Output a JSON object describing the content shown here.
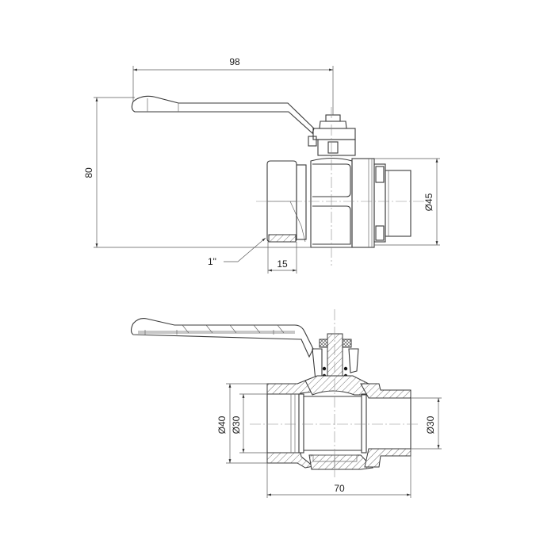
{
  "drawing": {
    "subject": "Ball valve, lever handle, union end",
    "colors": {
      "line": "#3a3a3a",
      "dimension": "#5a5a5a",
      "background": "#ffffff"
    }
  },
  "top_view": {
    "dimensions": {
      "handle_length": "98",
      "overall_height": "80",
      "outer_diameter": "Ø45",
      "thread_size": "1\"",
      "thread_depth": "15"
    }
  },
  "section_view": {
    "dimensions": {
      "left_outer_diameter": "Ø40",
      "left_inner_diameter": "Ø30",
      "right_inner_diameter": "Ø30",
      "overall_length": "70"
    }
  }
}
